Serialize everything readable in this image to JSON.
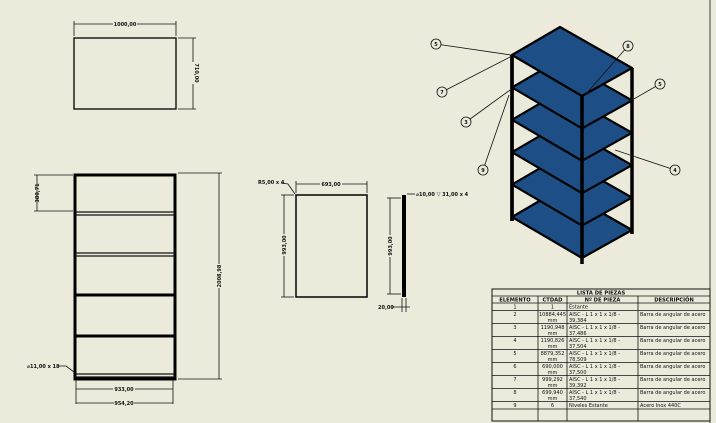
{
  "top_view": {
    "width_dim": "1000,00",
    "depth_dim": "710,00"
  },
  "front_view": {
    "shelf_gap_dim": "380,71",
    "height_dim": "2008,98",
    "hole_note": "⌀11,00 x 18",
    "inner_width_dim": "933,00",
    "outer_width_dim": "954,20"
  },
  "shelf_view": {
    "corner_note": "R5,00 x 4",
    "width_dim": "693,00",
    "height_dim": "993,00",
    "hole_note": "⌀10,00 ▽ 31,00 x 4",
    "side_height_dim": "993,00",
    "thickness_dim": "20,00"
  },
  "balloons": [
    "5",
    "7",
    "3",
    "9",
    "8",
    "5",
    "4"
  ],
  "parts_list": {
    "title": "LISTA DE PIEZAS",
    "headers": [
      "ELEMENTO",
      "CTDAD",
      "Nº DE PIEZA",
      "DESCRIPCIÓN"
    ],
    "rows": [
      [
        "1",
        "1",
        "Estante",
        ""
      ],
      [
        "2",
        "10884,445 mm",
        "AISC - L 1 x 1 x 1/8 - 39,384",
        "Barra de angular de acero"
      ],
      [
        "3",
        "1190,948 mm",
        "AISC - L 1 x 1 x 1/8 - 37,486",
        "Barra de angular de acero"
      ],
      [
        "4",
        "1190,826 mm",
        "AISC - L 1 x 1 x 1/8 - 37,504",
        "Barra de angular de acero"
      ],
      [
        "5",
        "8879,352 mm",
        "AISC - L 1 x 1 x 1/8 - 78,509",
        "Barra de angular de acero"
      ],
      [
        "6",
        "690,000 mm",
        "AISC - L 1 x 1 x 1/8 - 37,500",
        "Barra de angular de acero"
      ],
      [
        "7",
        "999,292 mm",
        "AISC - L 1 x 1 x 1/8 - 39,392",
        "Barra de angular de acero"
      ],
      [
        "8",
        "699,940 mm",
        "AISC - L 1 x 1 x 1/8 - 37,540",
        "Barra de angular de acero"
      ],
      [
        "9",
        "6",
        "Niveles Estante",
        "Acero Inox 440C"
      ]
    ]
  }
}
